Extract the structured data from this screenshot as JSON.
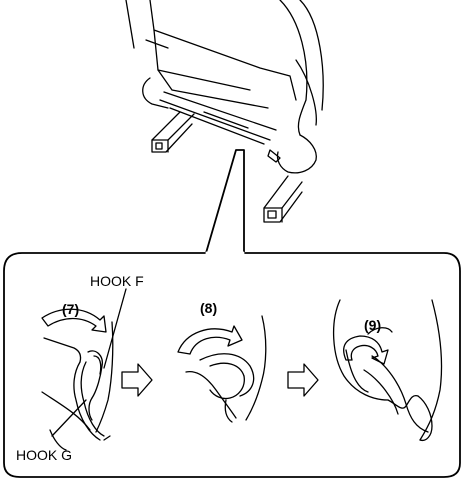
{
  "labels": {
    "hook_f": "HOOK F",
    "hook_g": "HOOK G"
  },
  "steps": [
    {
      "label": "(7)"
    },
    {
      "label": "(8)"
    },
    {
      "label": "(9)"
    }
  ],
  "colors": {
    "line": "#000000",
    "arrow_fill": "#ffffff",
    "background": "#ffffff"
  }
}
